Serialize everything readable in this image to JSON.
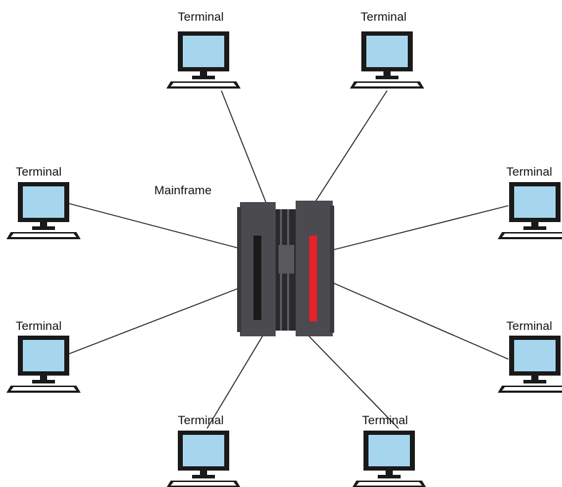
{
  "mainframe": {
    "label": "Mainframe"
  },
  "terminals": [
    {
      "label": "Terminal"
    },
    {
      "label": "Terminal"
    },
    {
      "label": "Terminal"
    },
    {
      "label": "Terminal"
    },
    {
      "label": "Terminal"
    },
    {
      "label": "Terminal"
    },
    {
      "label": "Terminal"
    },
    {
      "label": "Terminal"
    }
  ],
  "colors": {
    "screen": "#a6d6ee",
    "monitor": "#1a1a1a",
    "mainframe_body": "#4a4a4f",
    "mainframe_accent": "#e8202a",
    "line": "#222222"
  }
}
